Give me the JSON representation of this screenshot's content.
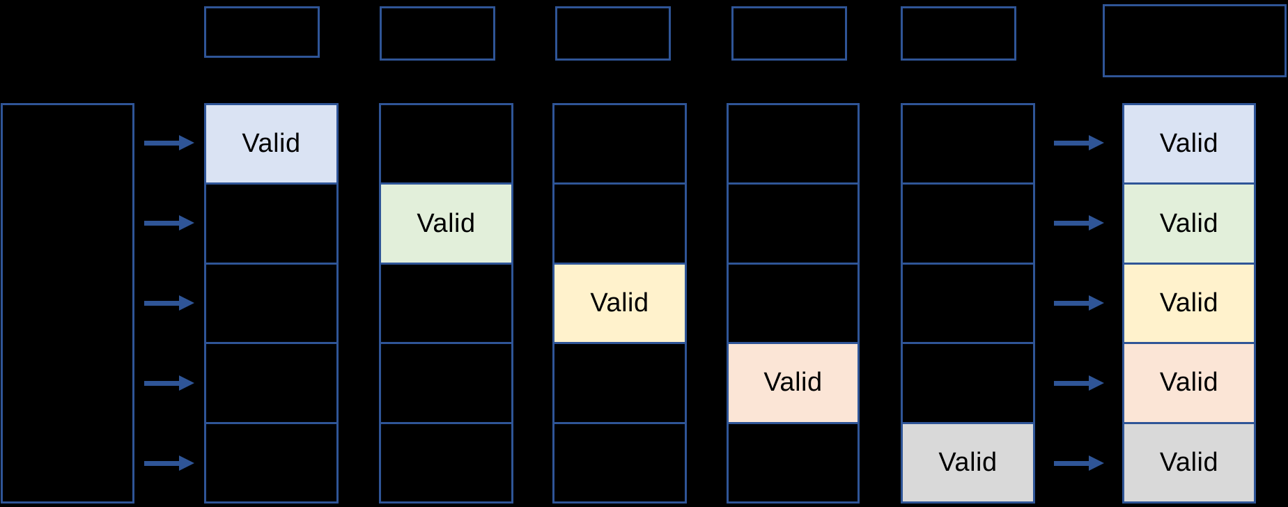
{
  "palette": {
    "background": "#000000",
    "box_border": "#2F5597",
    "arrow": "#2F5597",
    "cell_text": "#000000",
    "valid_blue": "#DAE3F3",
    "valid_green": "#E2EFDA",
    "valid_yellow": "#FFF2CC",
    "valid_orange": "#FBE5D6",
    "valid_gray": "#D9D9D9"
  },
  "diagram": {
    "header_boxes": [
      {
        "label": ""
      },
      {
        "label": ""
      },
      {
        "label": ""
      },
      {
        "label": ""
      },
      {
        "label": ""
      }
    ],
    "output_header_box": {
      "label": ""
    },
    "input_box": {
      "label": ""
    },
    "columns": [
      {
        "cells": [
          {
            "label": "Valid",
            "fill": "#DAE3F3"
          },
          {
            "label": "",
            "fill": ""
          },
          {
            "label": "",
            "fill": ""
          },
          {
            "label": "",
            "fill": ""
          },
          {
            "label": "",
            "fill": ""
          }
        ]
      },
      {
        "cells": [
          {
            "label": "",
            "fill": ""
          },
          {
            "label": "Valid",
            "fill": "#E2EFDA"
          },
          {
            "label": "",
            "fill": ""
          },
          {
            "label": "",
            "fill": ""
          },
          {
            "label": "",
            "fill": ""
          }
        ]
      },
      {
        "cells": [
          {
            "label": "",
            "fill": ""
          },
          {
            "label": "",
            "fill": ""
          },
          {
            "label": "Valid",
            "fill": "#FFF2CC"
          },
          {
            "label": "",
            "fill": ""
          },
          {
            "label": "",
            "fill": ""
          }
        ]
      },
      {
        "cells": [
          {
            "label": "",
            "fill": ""
          },
          {
            "label": "",
            "fill": ""
          },
          {
            "label": "",
            "fill": ""
          },
          {
            "label": "Valid",
            "fill": "#FBE5D6"
          },
          {
            "label": "",
            "fill": ""
          }
        ]
      },
      {
        "cells": [
          {
            "label": "",
            "fill": ""
          },
          {
            "label": "",
            "fill": ""
          },
          {
            "label": "",
            "fill": ""
          },
          {
            "label": "",
            "fill": ""
          },
          {
            "label": "Valid",
            "fill": "#D9D9D9"
          }
        ]
      }
    ],
    "result_column": {
      "cells": [
        {
          "label": "Valid",
          "fill": "#DAE3F3"
        },
        {
          "label": "Valid",
          "fill": "#E2EFDA"
        },
        {
          "label": "Valid",
          "fill": "#FFF2CC"
        },
        {
          "label": "Valid",
          "fill": "#FBE5D6"
        },
        {
          "label": "Valid",
          "fill": "#D9D9D9"
        }
      ]
    },
    "left_arrow_rows": [
      1,
      2,
      3,
      4,
      5
    ],
    "right_arrow_rows": [
      1,
      2,
      3,
      4,
      5
    ]
  }
}
